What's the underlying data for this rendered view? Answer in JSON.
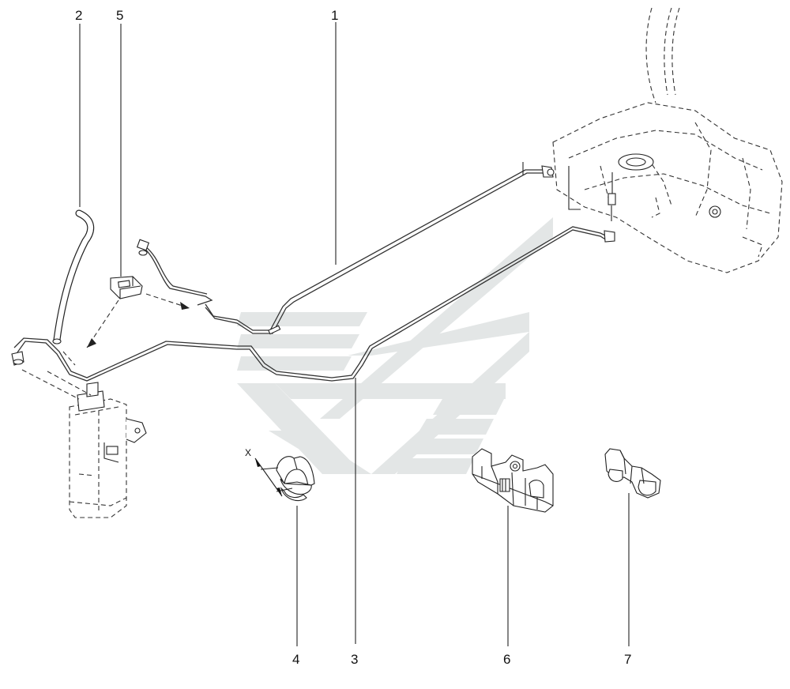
{
  "colors": {
    "watermark": "#e3e6e6",
    "line": "#222222",
    "background": "#ffffff"
  },
  "callouts": {
    "c1": "1",
    "c2": "2",
    "c3": "3",
    "c4": "4",
    "c5": "5",
    "c6": "6",
    "c7": "7"
  },
  "dimension": {
    "x_label": "X"
  }
}
